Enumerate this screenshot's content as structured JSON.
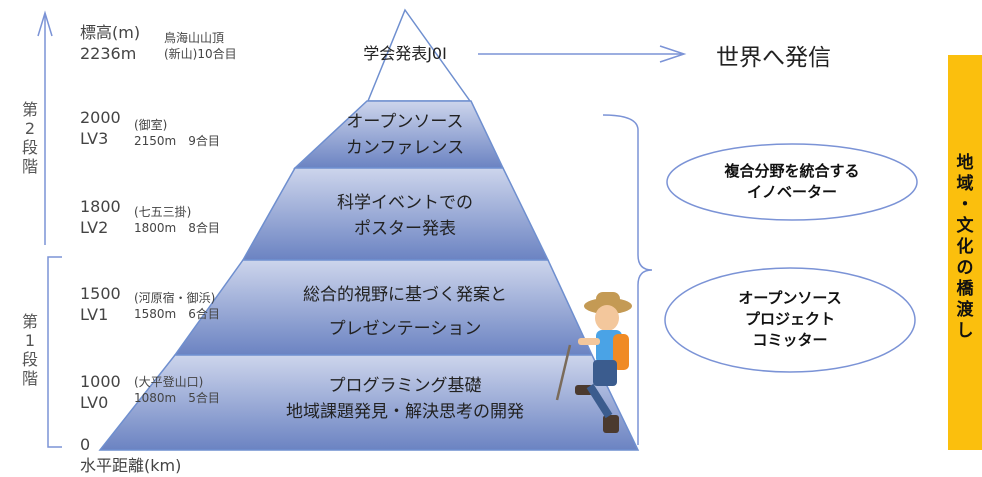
{
  "left_axis": {
    "elevation_label": "標高(m)",
    "summit_value": "2236m",
    "horizontal_label": "水平距離(km)",
    "zero": "0"
  },
  "summit": {
    "name": "鳥海山山頂",
    "detail": "(新山)10合目"
  },
  "levels": [
    {
      "elevation": "2000",
      "lv": "LV3",
      "place": "(御室)",
      "detail": "2150m　9合目"
    },
    {
      "elevation": "1800",
      "lv": "LV2",
      "place": "(七五三掛)",
      "detail": "1800m　8合目"
    },
    {
      "elevation": "1500",
      "lv": "LV1",
      "place": "(河原宿・御浜)",
      "detail": "1580m　6合目"
    },
    {
      "elevation": "1000",
      "lv": "LV0",
      "place": "(大平登山口)",
      "detail": "1080m　5合目"
    }
  ],
  "stages": [
    {
      "chars": [
        "第",
        "2",
        "段",
        "階"
      ]
    },
    {
      "chars": [
        "第",
        "1",
        "段",
        "階"
      ]
    }
  ],
  "pyramid": {
    "tiers": [
      {
        "lines": [
          "学会発表J0I"
        ]
      },
      {
        "lines": [
          "オープンソース",
          "カンファレンス"
        ]
      },
      {
        "lines": [
          "科学イベントでの",
          "ポスター発表"
        ]
      },
      {
        "lines": [
          "総合的視野に基づく発案と",
          "プレゼンテーション"
        ]
      },
      {
        "lines": [
          "プログラミング基礎",
          "地域課題発見・解決思考の開発"
        ]
      }
    ]
  },
  "world": "世界へ発信",
  "bubbles": [
    {
      "lines": [
        "複合分野を統合する",
        "イノベーター"
      ]
    },
    {
      "lines": [
        "オープンソース",
        "プロジェクト",
        "コミッター"
      ]
    }
  ],
  "vertical_band": {
    "chars": [
      "地",
      "域",
      "・",
      "文",
      "化",
      "の",
      "橋",
      "渡",
      "し"
    ],
    "color": "#fbbf0d"
  },
  "colors": {
    "tier_top": "#c7d0ea",
    "tier_bottom": "#6f87c5",
    "outline": "#6f8fcf",
    "band": "#fbbf0d"
  }
}
